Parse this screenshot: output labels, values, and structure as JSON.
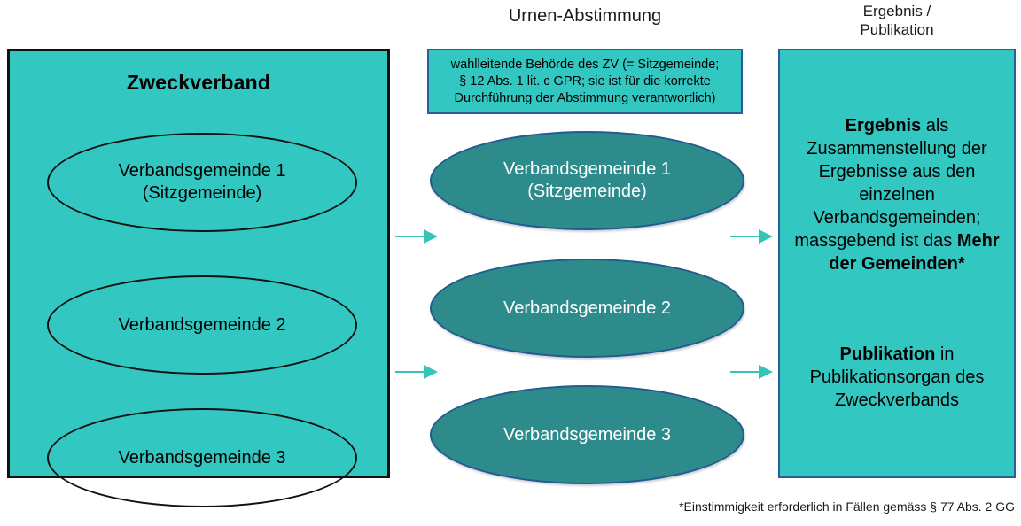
{
  "headings": {
    "middle": "Urnen-Abstimmung",
    "right": "Ergebnis /\nPublikation"
  },
  "left_column": {
    "title": "Zweckverband",
    "ellipses": [
      {
        "label": "Verbandsgemeinde 1\n(Sitzgemeinde)"
      },
      {
        "label": "Verbandsgemeinde 2"
      },
      {
        "label": "Verbandsgemeinde 3"
      }
    ]
  },
  "middle_column": {
    "info_box": "wahlleitende Behörde des ZV (= Sitzgemeinde;\n§ 12 Abs. 1 lit. c GPR; sie ist für die korrekte\nDurchführung der Abstimmung verantwortlich)",
    "ellipses": [
      {
        "label": "Verbandsgemeinde 1\n(Sitzgemeinde)"
      },
      {
        "label": "Verbandsgemeinde 2"
      },
      {
        "label": "Verbandsgemeinde 3"
      }
    ]
  },
  "right_column": {
    "paragraph_1": {
      "bold_lead": "Ergebnis",
      "rest": " als Zusammenstellung der Ergebnisse aus den einzelnen Verbandsgemeinden; massgebend ist das ",
      "bold_tail": "Mehr der Gemeinden*"
    },
    "paragraph_2": {
      "bold_lead": "Publikation",
      "rest": " in Publikationsorgan des Zweckverbands"
    }
  },
  "arrows": [
    {
      "name": "arrow-left-1"
    },
    {
      "name": "arrow-left-2"
    },
    {
      "name": "arrow-right-1"
    },
    {
      "name": "arrow-right-2"
    }
  ],
  "footnote": "*Einstimmigkeit erforderlich in Fällen gemäss § 77 Abs. 2 GG",
  "colors": {
    "teal_light": "#33C7C2",
    "teal_dark": "#2D8B8C",
    "arrow_teal": "#36C4B8",
    "border_blue": "#2B5C9B",
    "border_black": "#111111",
    "text_white": "#FFFFFF",
    "text_black": "#000000"
  }
}
